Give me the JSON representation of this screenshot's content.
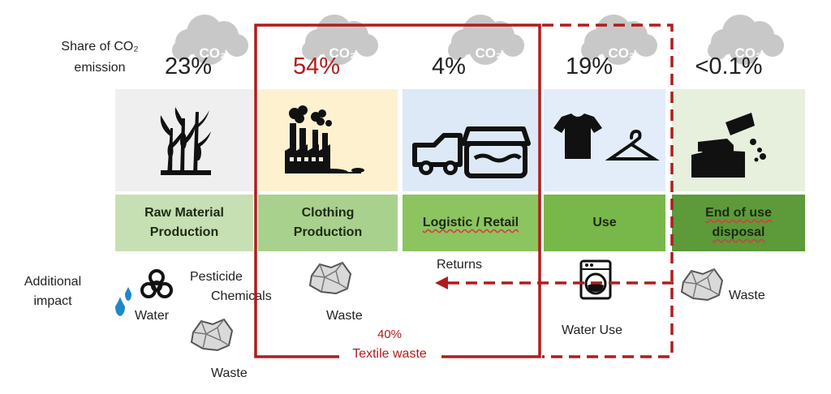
{
  "header": {
    "share_label": "Share of CO₂ emission",
    "cloud_text": "CO₂"
  },
  "stages": [
    {
      "pct": "23%",
      "label": "Raw Material Production",
      "bg": "#efefef",
      "label_bg": "#c6e0b4",
      "pct_color": "#222222",
      "icon": "crop-plant-icon"
    },
    {
      "pct": "54%",
      "label": "Clothing Production",
      "bg": "#fdf1d0",
      "label_bg": "#a9d18e",
      "pct_color": "#b01c1c",
      "icon": "factory-icon"
    },
    {
      "pct": "4%",
      "label": "Logistic / Retail",
      "bg": "#dde9f6",
      "label_bg": "#8cc460",
      "pct_color": "#222222",
      "icon": "truck-store-icon"
    },
    {
      "pct": "19%",
      "label": "Use",
      "bg": "#e2edf9",
      "label_bg": "#78b74a",
      "pct_color": "#222222",
      "icon": "tshirt-hanger-icon"
    },
    {
      "pct": "<0.1%",
      "label": "End of use disposal",
      "bg": "#e6f0dc",
      "label_bg": "#5c9a3a",
      "pct_color": "#222222",
      "icon": "dump-truck-icon"
    }
  ],
  "impact": {
    "title": "Additional impact",
    "pesticide": "Pesticide",
    "chemicals": "Chemicals",
    "water": "Water",
    "waste_raw": "Waste",
    "waste_production": "Waste",
    "returns": "Returns",
    "water_use": "Water Use",
    "waste_disposal": "Waste",
    "textile_waste_pct": "40%",
    "textile_waste_label": "Textile waste"
  },
  "colors": {
    "accent_red": "#b01c1c",
    "cloud_gray": "#c8c8c8"
  }
}
